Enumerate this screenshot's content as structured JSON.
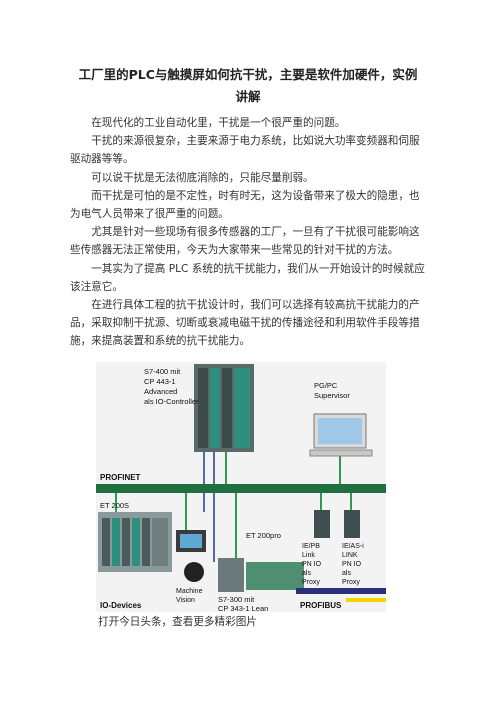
{
  "article": {
    "title_line1": "工厂里的PLC与触摸屏如何抗干扰，主要是软件加硬件，实例",
    "title_line2": "讲解",
    "paragraphs": [
      "在现代化的工业自动化里，干扰是一个很严重的问题。",
      "干扰的来源很复杂，主要来源于电力系统，比如说大功率变频器和伺服驱动器等等。",
      "可以说干扰是无法彻底消除的，只能尽量削弱。",
      "而干扰是可怕的是不定性，时有时无，这为设备带来了极大的隐患，也为电气人员带来了很严重的问题。",
      "尤其是针对一些现场有很多传感器的工厂，一旦有了干扰很可能影响这些传感器无法正常使用，今天为大家带来一些常见的针对干扰的方法。",
      "一其实为了提高 PLC 系统的抗干扰能力，我们从一开始设计的时候就应该注意它。",
      "在进行具体工程的抗干扰设计时，我们可以选择有较高抗干扰能力的产品，采取抑制干扰源、切断或衰减电磁干扰的传播途径和利用软件手段等措施，来提高装置和系统的抗干扰能力。"
    ],
    "caption": "打开今日头条，查看更多精彩图片"
  },
  "figure": {
    "s7_400_label": [
      "S7-400 mit",
      "CP 443-1",
      "Advanced",
      "als IO-Controller"
    ],
    "pc_label": [
      "PG/PC",
      "Supervisor"
    ],
    "profinet": "PROFINET",
    "et200s": "ET 200S",
    "et200pro": "ET 200pro",
    "machine_vision": [
      "Machine",
      "Vision"
    ],
    "ie_pb": [
      "IE/PB",
      "Link",
      "PN IO",
      "als",
      "Proxy"
    ],
    "ie_as": [
      "IE/AS-i",
      "LINK",
      "PN IO",
      "als",
      "Proxy"
    ],
    "s7_300": [
      "S7-300 mit",
      "CP 343-1 Lean"
    ],
    "io_devices": "IO-Devices",
    "profibus": "PROFIBUS",
    "colors": {
      "bus_green": "#2e9b4e",
      "profinet_bar": "#1f6f3f",
      "profibus_bar": "#2a2f7a",
      "yellow": "#f2d400"
    }
  }
}
